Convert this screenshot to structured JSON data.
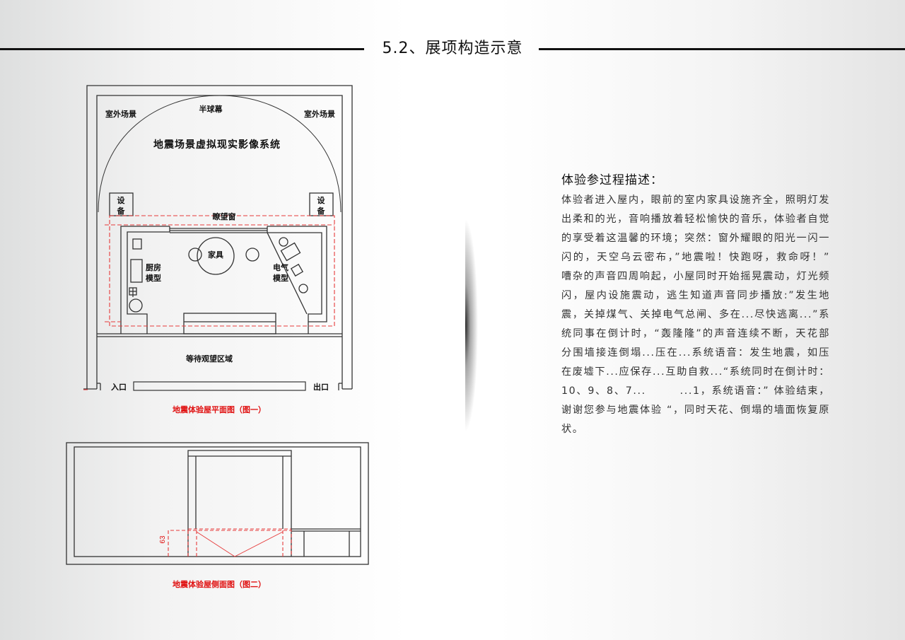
{
  "header": {
    "title": "5.2、展项构造示意"
  },
  "floor_plan": {
    "caption": "地震体验屋平面图（图一）",
    "labels": {
      "outdoor_left": "室外场景",
      "outdoor_right": "室外场景",
      "dome": "半球幕",
      "system": "地震场景虚拟现实影像系统",
      "equipment_left_1": "设",
      "equipment_left_2": "备",
      "equipment_right_1": "设",
      "equipment_right_2": "备",
      "window": "瞭望窗",
      "furniture": "家具",
      "kitchen_1": "厨房",
      "kitchen_2": "模型",
      "electric_1": "电气",
      "electric_2": "模型",
      "waiting": "等待观望区域",
      "entrance": "入口",
      "exit": "出口"
    }
  },
  "side_view": {
    "caption": "地震体验屋侧面图（图二）",
    "dimension": "63"
  },
  "description": {
    "title": "体验参过程描述：",
    "body": "体验者进入屋内，眼前的室内家具设施齐全，照明灯发出柔和的光，音响播放着轻松愉快的音乐，体验者自觉的享受着这温馨的环境；突然：窗外耀眼的阳光一闪一闪的，天空乌云密布，”地震啦！快跑呀，救命呀！” 嘈杂的声音四周响起，小屋同时开始摇晃震动，灯光频闪，屋内设施震动，逃生知道声音同步播放:”发生地震，关掉煤气、关掉电气总闸、多在...尽快逃离...”系统同事在倒计时，“轰隆隆”的声音连续不断，天花部分围墙接连倒塌...压在...系统语音：发生地震，如压在废墟下...应保存...互助自救...“系统同时在倒计时：10、9、8、7...　　　...1，系统语音：” 体验结束，谢谢您参与地震体验 “，同时天花、倒塌的墙面恢复原状。"
  },
  "colors": {
    "accent_red": "#e01010",
    "line": "#333333"
  }
}
